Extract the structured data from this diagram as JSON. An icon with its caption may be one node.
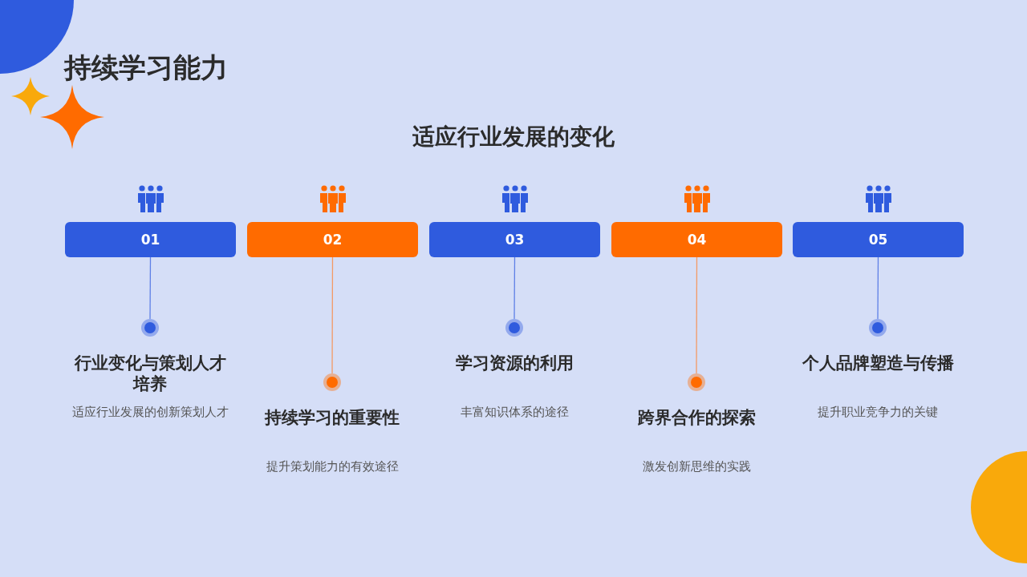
{
  "diagram": {
    "title": "持续学习能力",
    "nodes": [
      {
        "text": [
          "01"
        ]
      },
      {
        "text": [
          "02"
        ]
      },
      {
        "text": [
          "03"
        ]
      },
      {
        "text": [
          "04"
        ]
      },
      {
        "text": [
          "05"
        ]
      },
      {
        "text": [],
        "shape": "circle",
        "beside": [
          "行业变化与策划人才培养",
          "适应行业发展的创新策划人才"
        ]
      },
      {
        "text": [],
        "shape": "circle",
        "beside": [
          "持续学习的重要性",
          "提升策划能力的有效途径"
        ]
      },
      {
        "text": [],
        "shape": "circle",
        "beside": [
          "学习资源的利用",
          "丰富知识体系的途径"
        ]
      },
      {
        "text": [],
        "shape": "circle",
        "beside": [
          "跨界合作的探索",
          "激发创新思维的实践"
        ]
      },
      {
        "text": [],
        "shape": "circle",
        "beside": [
          "个人品牌塑造与传播",
          "提升职业竞争力的关键"
        ]
      }
    ],
    "edges": [
      {
        "from": 0,
        "to": 5,
        "arrow": "none"
      },
      {
        "from": 1,
        "to": 6,
        "arrow": "none",
        "color": "#f39a66"
      },
      {
        "from": 2,
        "to": 7,
        "arrow": "none"
      },
      {
        "from": 3,
        "to": 8,
        "arrow": "none",
        "color": "#f39a66"
      },
      {
        "from": 4,
        "to": 9,
        "arrow": "none"
      }
    ],
    "labels": [
      "适应行业发展的变化"
    ]
  }
}
